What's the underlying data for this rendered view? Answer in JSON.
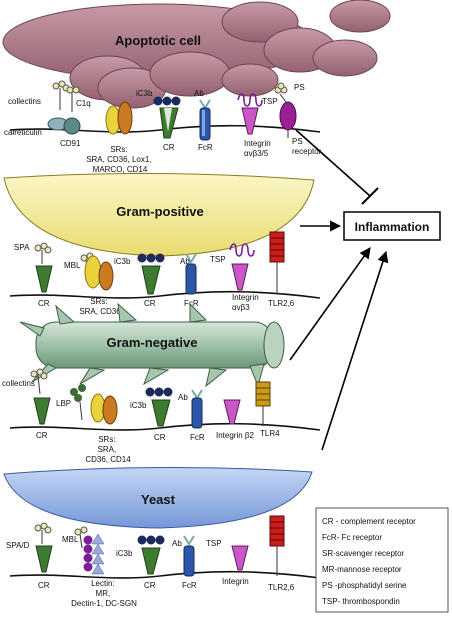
{
  "inflammation": "Inflammation",
  "cells": {
    "apoptotic": "Apoptotic cell",
    "gram_positive": "Gram-positive",
    "gram_negative": "Gram-negative",
    "yeast": "Yeast"
  },
  "panel1": {
    "collectins": "collectins",
    "c1q": "C1q",
    "calreticulin": "calreticulin",
    "cd91": "CD91",
    "srs_1": "SRs:",
    "srs_2": "SRA, CD36, Lox1,",
    "srs_3": "MARCO, CD14",
    "ic3b": "iC3b",
    "cr": "CR",
    "ab": "Ab",
    "fcr": "FcR",
    "integrin": "Integrin",
    "integrin_sub": "αvβ3/5",
    "tsp": "TSP",
    "ps": "PS",
    "ps_receptor_1": "PS",
    "ps_receptor_2": "receptor"
  },
  "panel2": {
    "spa": "SPA",
    "mbl": "MBL",
    "ic3b": "iC3b",
    "ab": "Ab",
    "tsp": "TSP",
    "cr1": "CR",
    "srs_1": "SRs:",
    "srs_2": "SRA, CD36",
    "cr2": "CR",
    "fcr": "FcR",
    "integrin": "Integrin",
    "integrin_sub": "αvβ3",
    "tlr": "TLR2,6"
  },
  "panel3": {
    "collectins": "collectins",
    "lbp": "LBP",
    "ic3b": "iC3b",
    "ab": "Ab",
    "cr1": "CR",
    "srs_1": "SRs:",
    "srs_2": "SRA,",
    "srs_3": "CD36, CD14",
    "cr2": "CR",
    "fcr": "FcR",
    "integrin": "Integrin β2",
    "tlr": "TLR4"
  },
  "panel4": {
    "spad": "SPA/D",
    "mbl": "MBL",
    "ic3b": "iC3b",
    "ab": "Ab",
    "tsp": "TSP",
    "cr1": "CR",
    "lectin_1": "Lectin:",
    "lectin_2": "MR,",
    "lectin_3": "Dectin-1, DC-SGN",
    "cr2": "CR",
    "fcr": "FcR",
    "integrin": "Integrin",
    "tlr": "TLR2,6"
  },
  "legend": [
    "CR - complement receptor",
    "FcR- Fc receptor",
    "SR-scavenger receptor",
    "MR-mannose receptor",
    "PS -phosphatidyl serine",
    "TSP- thrombospondin"
  ],
  "colors": {
    "apoptotic": "#b38290",
    "gram_positive": "#f3ec9c",
    "gram_negative": "#a6c6ae",
    "yeast": "#97b7ea",
    "cr_green": "#3e7a30",
    "fcr_blue": "#2c56a8",
    "integrin_pink": "#cc55c8",
    "tlr_red": "#cc1c1c",
    "tlr_gold": "#c99a16",
    "sr_yellow": "#e9d23a",
    "sr_orange": "#c97a22",
    "ic3b_navy": "#1d2a5e",
    "lectin_purple": "#7c1f96",
    "lectin_lavender": "#9ca7df",
    "cd91_teal": "#5a8a8a"
  }
}
